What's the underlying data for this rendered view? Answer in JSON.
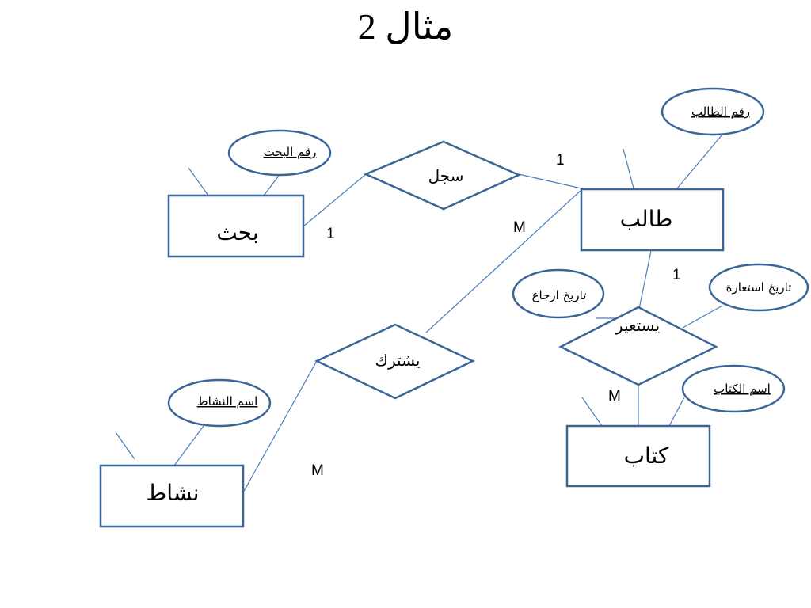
{
  "title": "مثال 2",
  "entities": {
    "student": "طالب",
    "research": "بحث",
    "activity": "نشاط",
    "book": "كتاب"
  },
  "relationships": {
    "register": "سجل",
    "participate": "يشترك",
    "borrow": "يستعير"
  },
  "attributes": {
    "student_id": "رقم الطالب",
    "research_id": "رقم البحث",
    "activity_name": "اسم النشاط",
    "book_name": "اسم الكتاب",
    "return_date": "تاريخ ارجاع",
    "borrow_date": "تاريخ استعارة"
  },
  "cardinalities": {
    "register_student": "1",
    "register_research": "1",
    "participate_student": "M",
    "participate_activity": "M",
    "borrow_student": "1",
    "borrow_book": "M"
  },
  "colors": {
    "outline": "#3b6597",
    "connector": "#4a7ebb"
  }
}
